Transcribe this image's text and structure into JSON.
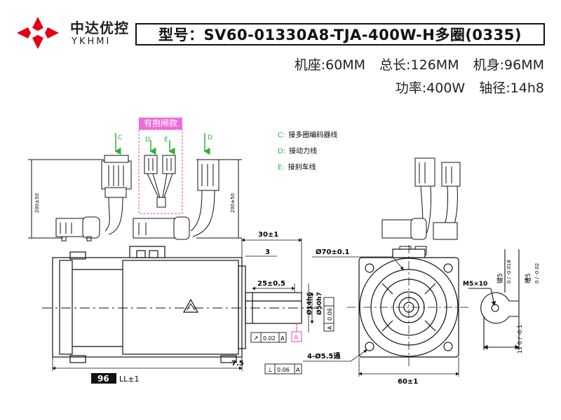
{
  "brand": {
    "name_cn": "中达优控",
    "name_en": "YKHMI",
    "colors": {
      "logo_red": "#e60012",
      "accent_magenta": "#e040c8",
      "callout_green": "#2fae3a"
    }
  },
  "model": {
    "label": "型号：",
    "value": "SV60-01330A8-TJA-400W-H多圈(0335)"
  },
  "specs": {
    "frame": "机座:60MM",
    "total_length": "总长:126MM",
    "body_length": "机身:96MM",
    "power": "功率:400W",
    "shaft": "轴径:14h8"
  },
  "connectors": {
    "brake_title": "有抱闸款",
    "labels": {
      "c": "C",
      "d": "D",
      "e": "E"
    },
    "cable_length": "200±50",
    "legend": [
      {
        "key": "C:",
        "text": "接多圈编码器线"
      },
      {
        "key": "D:",
        "text": "接动力线"
      },
      {
        "key": "E:",
        "text": "接刹车线"
      }
    ]
  },
  "dims": {
    "d30": "30±1",
    "d3": "3",
    "d25": "25±0.5",
    "d14": "Ø14h6",
    "d50": "Ø50h7",
    "d7_5": "7.5",
    "ll_value": "96",
    "ll_label": "LL±1",
    "d70": "Ø70±0.1",
    "d60": "60±1",
    "holes": "4-Ø5.5通",
    "m5": "M5×10",
    "key_sym": "键5",
    "key_tol": "0 / -0.018",
    "slot_sym": "槽5",
    "slot_tol": "0 / -0.02",
    "shaft_tol": "11 0 / -0.1",
    "tol_runout": "0.02",
    "tol_conc": "0.06",
    "tol_perp": "0.06",
    "datum": "A"
  }
}
